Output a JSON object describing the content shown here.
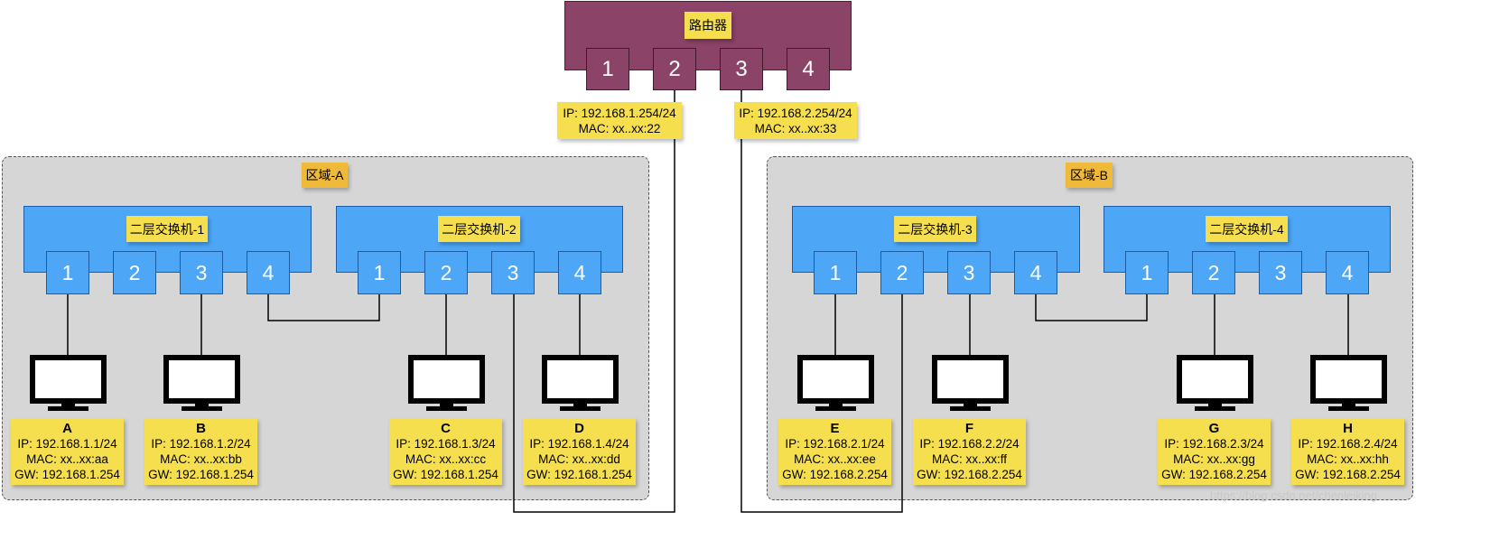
{
  "router": {
    "label": "路由器",
    "ports": [
      "1",
      "2",
      "3",
      "4"
    ]
  },
  "router_interfaces": [
    {
      "ip": "IP: 192.168.1.254/24",
      "mac": "MAC: xx..xx:22"
    },
    {
      "ip": "IP: 192.168.2.254/24",
      "mac": "MAC: xx..xx:33"
    }
  ],
  "regions": [
    {
      "label": "区域-A"
    },
    {
      "label": "区域-B"
    }
  ],
  "switches": [
    {
      "label": "二层交换机-1",
      "ports": [
        "1",
        "2",
        "3",
        "4"
      ]
    },
    {
      "label": "二层交换机-2",
      "ports": [
        "1",
        "2",
        "3",
        "4"
      ]
    },
    {
      "label": "二层交换机-3",
      "ports": [
        "1",
        "2",
        "3",
        "4"
      ]
    },
    {
      "label": "二层交换机-4",
      "ports": [
        "1",
        "2",
        "3",
        "4"
      ]
    }
  ],
  "hosts": [
    {
      "name": "A",
      "ip": "IP: 192.168.1.1/24",
      "mac": "MAC: xx..xx:aa",
      "gw": "GW: 192.168.1.254"
    },
    {
      "name": "B",
      "ip": "IP: 192.168.1.2/24",
      "mac": "MAC: xx..xx:bb",
      "gw": "GW: 192.168.1.254"
    },
    {
      "name": "C",
      "ip": "IP: 192.168.1.3/24",
      "mac": "MAC: xx..xx:cc",
      "gw": "GW: 192.168.1.254"
    },
    {
      "name": "D",
      "ip": "IP: 192.168.1.4/24",
      "mac": "MAC: xx..xx:dd",
      "gw": "GW: 192.168.1.254"
    },
    {
      "name": "E",
      "ip": "IP: 192.168.2.1/24",
      "mac": "MAC: xx..xx:ee",
      "gw": "GW: 192.168.2.254"
    },
    {
      "name": "F",
      "ip": "IP: 192.168.2.2/24",
      "mac": "MAC: xx..xx:ff",
      "gw": "GW: 192.168.2.254"
    },
    {
      "name": "G",
      "ip": "IP: 192.168.2.3/24",
      "mac": "MAC: xx..xx:gg",
      "gw": "GW: 192.168.2.254"
    },
    {
      "name": "H",
      "ip": "IP: 192.168.2.4/24",
      "mac": "MAC: xx..xx:hh",
      "gw": "GW: 192.168.2.254"
    }
  ],
  "watermark": "https://blog.csdn.net/chenleiking",
  "colors": {
    "router": "#8b4367",
    "switch": "#4da6f6",
    "label_yellow": "#f6df4f",
    "region_tag": "#efb939",
    "region_bg": "#d6d6d6"
  },
  "icons": [
    "monitor-icon"
  ]
}
